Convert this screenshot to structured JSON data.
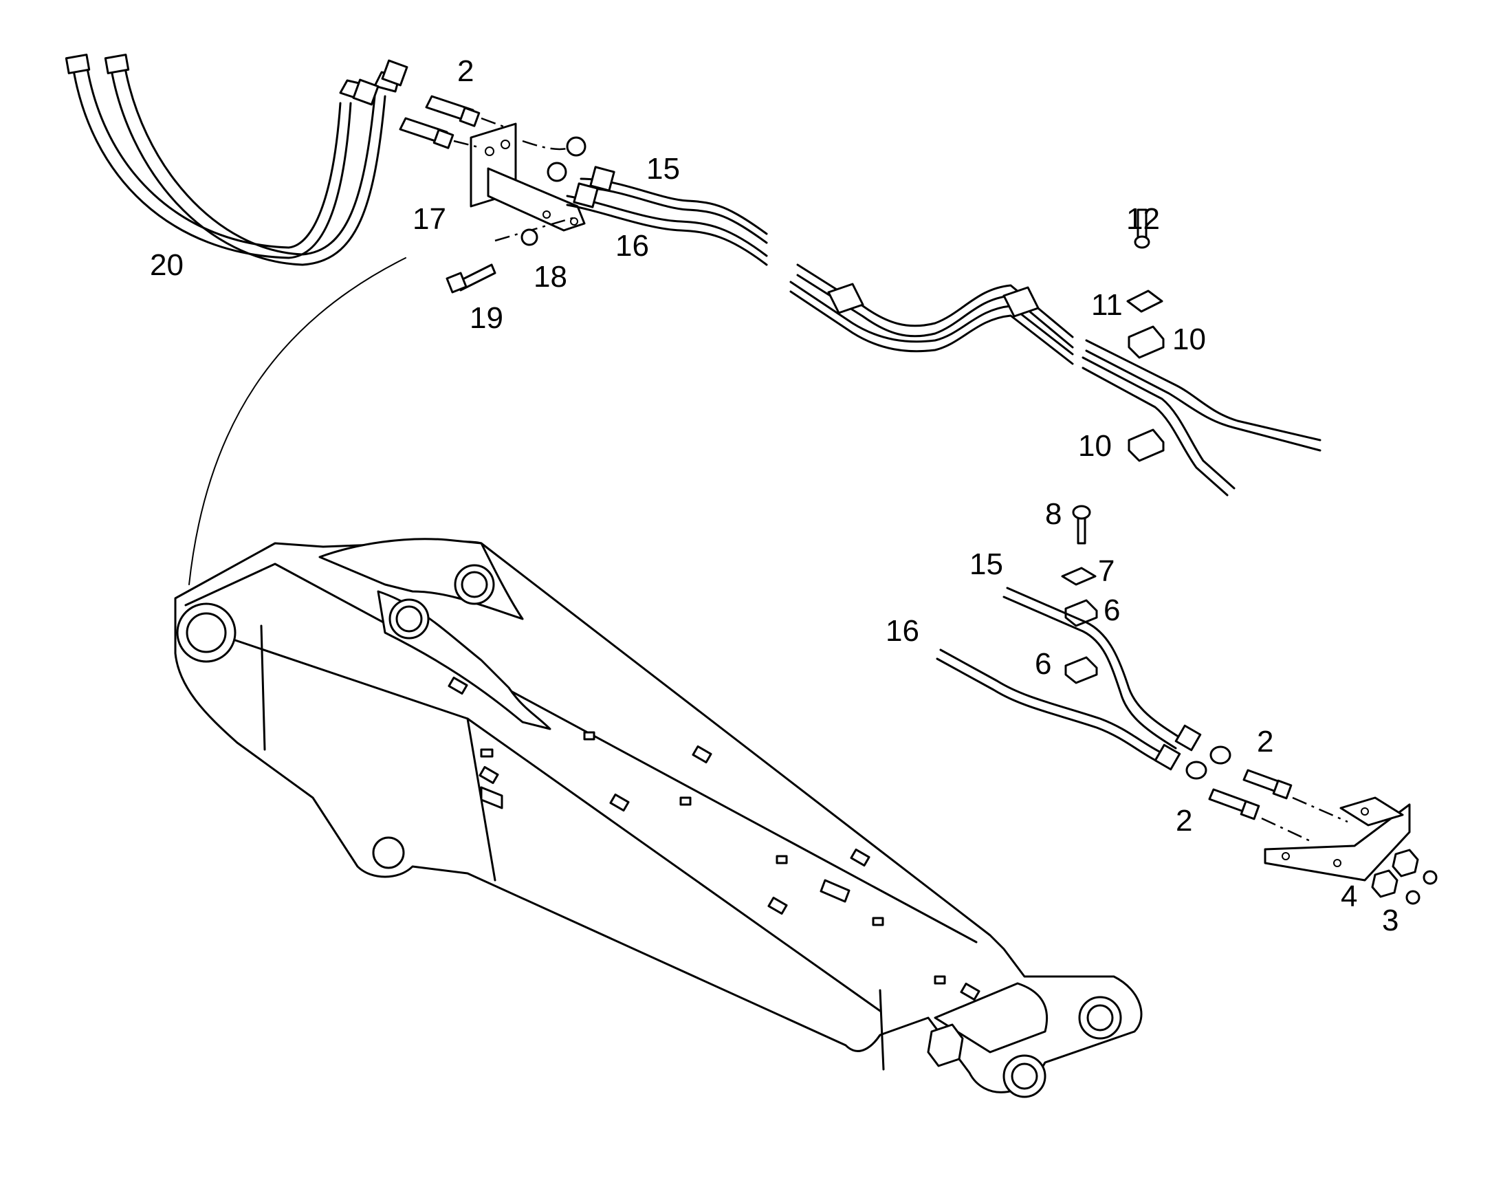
{
  "diagram": {
    "callouts": [
      {
        "id": "c-2-top",
        "text": "2"
      },
      {
        "id": "c-15-top",
        "text": "15"
      },
      {
        "id": "c-17",
        "text": "17"
      },
      {
        "id": "c-16-top",
        "text": "16"
      },
      {
        "id": "c-20",
        "text": "20"
      },
      {
        "id": "c-18",
        "text": "18"
      },
      {
        "id": "c-19",
        "text": "19"
      },
      {
        "id": "c-12",
        "text": "12"
      },
      {
        "id": "c-11",
        "text": "11"
      },
      {
        "id": "c-10-a",
        "text": "10"
      },
      {
        "id": "c-10-b",
        "text": "10"
      },
      {
        "id": "c-8",
        "text": "8"
      },
      {
        "id": "c-7",
        "text": "7"
      },
      {
        "id": "c-15-bottom",
        "text": "15"
      },
      {
        "id": "c-6-a",
        "text": "6"
      },
      {
        "id": "c-16-bottom",
        "text": "16"
      },
      {
        "id": "c-6-b",
        "text": "6"
      },
      {
        "id": "c-2-right",
        "text": "2"
      },
      {
        "id": "c-2-lower",
        "text": "2"
      },
      {
        "id": "c-4",
        "text": "4"
      },
      {
        "id": "c-3",
        "text": "3"
      }
    ]
  }
}
